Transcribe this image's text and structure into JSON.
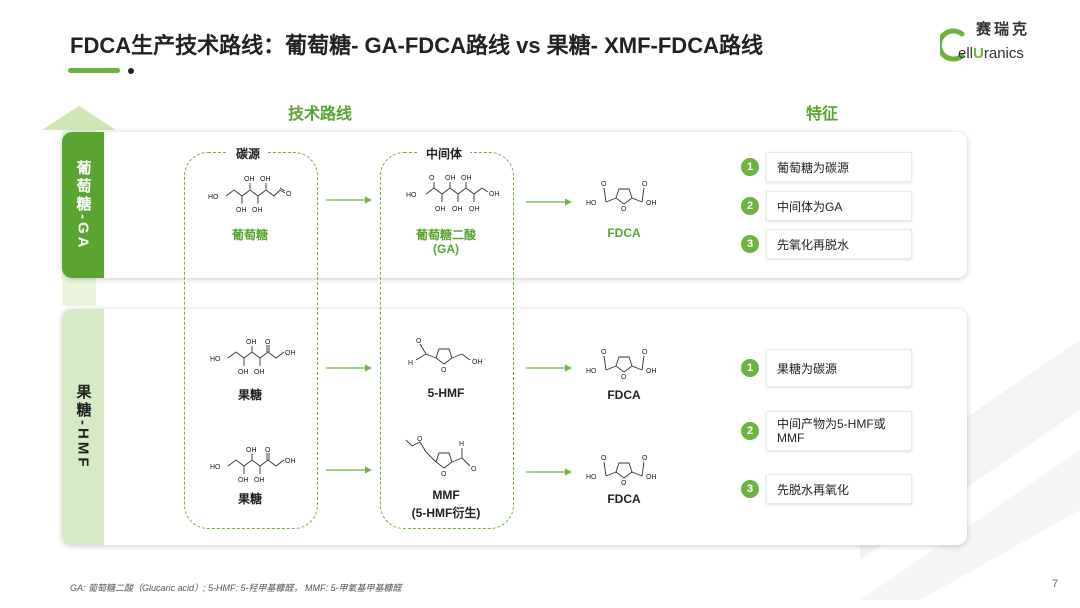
{
  "title": "FDCA生产技术路线：葡萄糖-   GA-FDCA路线 vs 果糖-   XMF-FDCA路线",
  "logo": {
    "cn": "赛瑞克",
    "en_prefix": "C",
    "en_1": "ell",
    "en_2": "U",
    "en_3": "ranics"
  },
  "headers": {
    "route": "技术路线",
    "feature": "特征"
  },
  "ga_row": {
    "side_label": "葡萄糖-GA",
    "carbon_box_label": "碳源",
    "intermediate_box_label": "中间体",
    "glucose_label": "葡萄糖",
    "ga_label_1": "葡萄糖二酸",
    "ga_label_2": "(GA)",
    "fdca_label": "FDCA",
    "features": [
      "葡萄糖为碳源",
      "中间体为GA",
      "先氧化再脱水"
    ]
  },
  "hmf_row": {
    "side_label": "果糖-HMF",
    "fructose_label_1": "果糖",
    "hmf_label": "5-HMF",
    "fdca_label_1": "FDCA",
    "fructose_label_2": "果糖",
    "mmf_label_1": "MMF",
    "mmf_label_2": "(5-HMF衍生)",
    "fdca_label_2": "FDCA",
    "features": [
      "果糖为碳源",
      "中间产物为5-HMF或MMF",
      "先脱水再氧化"
    ]
  },
  "feature_numbers": [
    "1",
    "2",
    "3"
  ],
  "chem_text": {
    "oh": "OH",
    "ho": "HO",
    "h": "H",
    "o": "O"
  },
  "footnote": "GA: 葡萄糖二酸（Glucaric acid）; 5-HMF: 5-羟甲基糠醛，   MMF: 5-甲氧基甲基糠醛",
  "page_number": "7",
  "colors": {
    "accent": "#6cb33f",
    "accent_dark": "#5aa531",
    "side_dark": "#5aa531",
    "side_light": "#d5eac5"
  }
}
